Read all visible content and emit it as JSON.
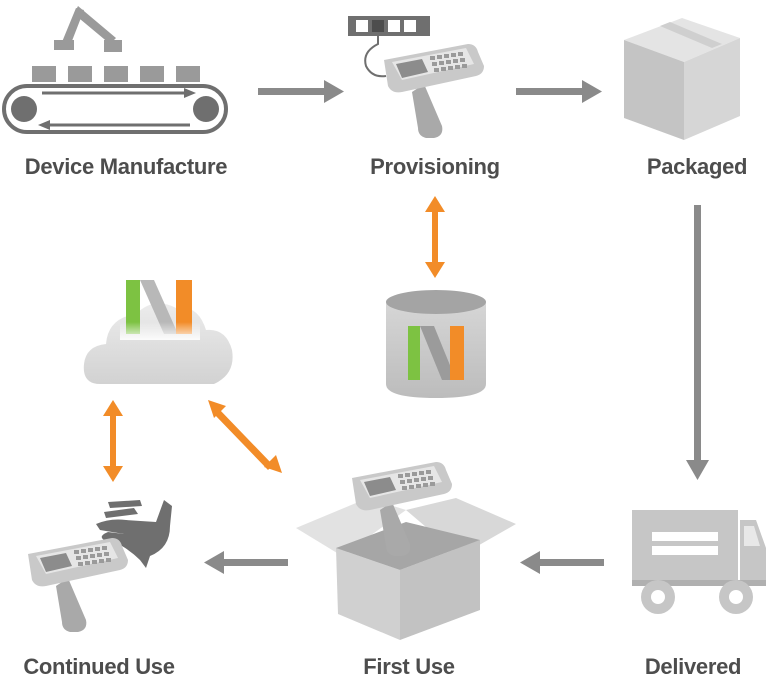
{
  "stages": {
    "device_manufacture": "Device Manufacture",
    "provisioning": "Provisioning",
    "packaged": "Packaged",
    "delivered": "Delivered",
    "first_use": "First Use",
    "continued_use": "Continued Use"
  },
  "colors": {
    "gray_dark": "#6f6f6f",
    "gray_mid": "#8a8a8a",
    "gray_light": "#d9d9d9",
    "orange": "#f28c28",
    "green": "#7dc242",
    "text": "#4d4d4d"
  },
  "icons": [
    "conveyor-belt-icon",
    "handheld-scanner-icon",
    "cardboard-box-icon",
    "delivery-truck-icon",
    "open-box-icon",
    "hand-icon",
    "cloud-icon",
    "database-cylinder-icon"
  ]
}
